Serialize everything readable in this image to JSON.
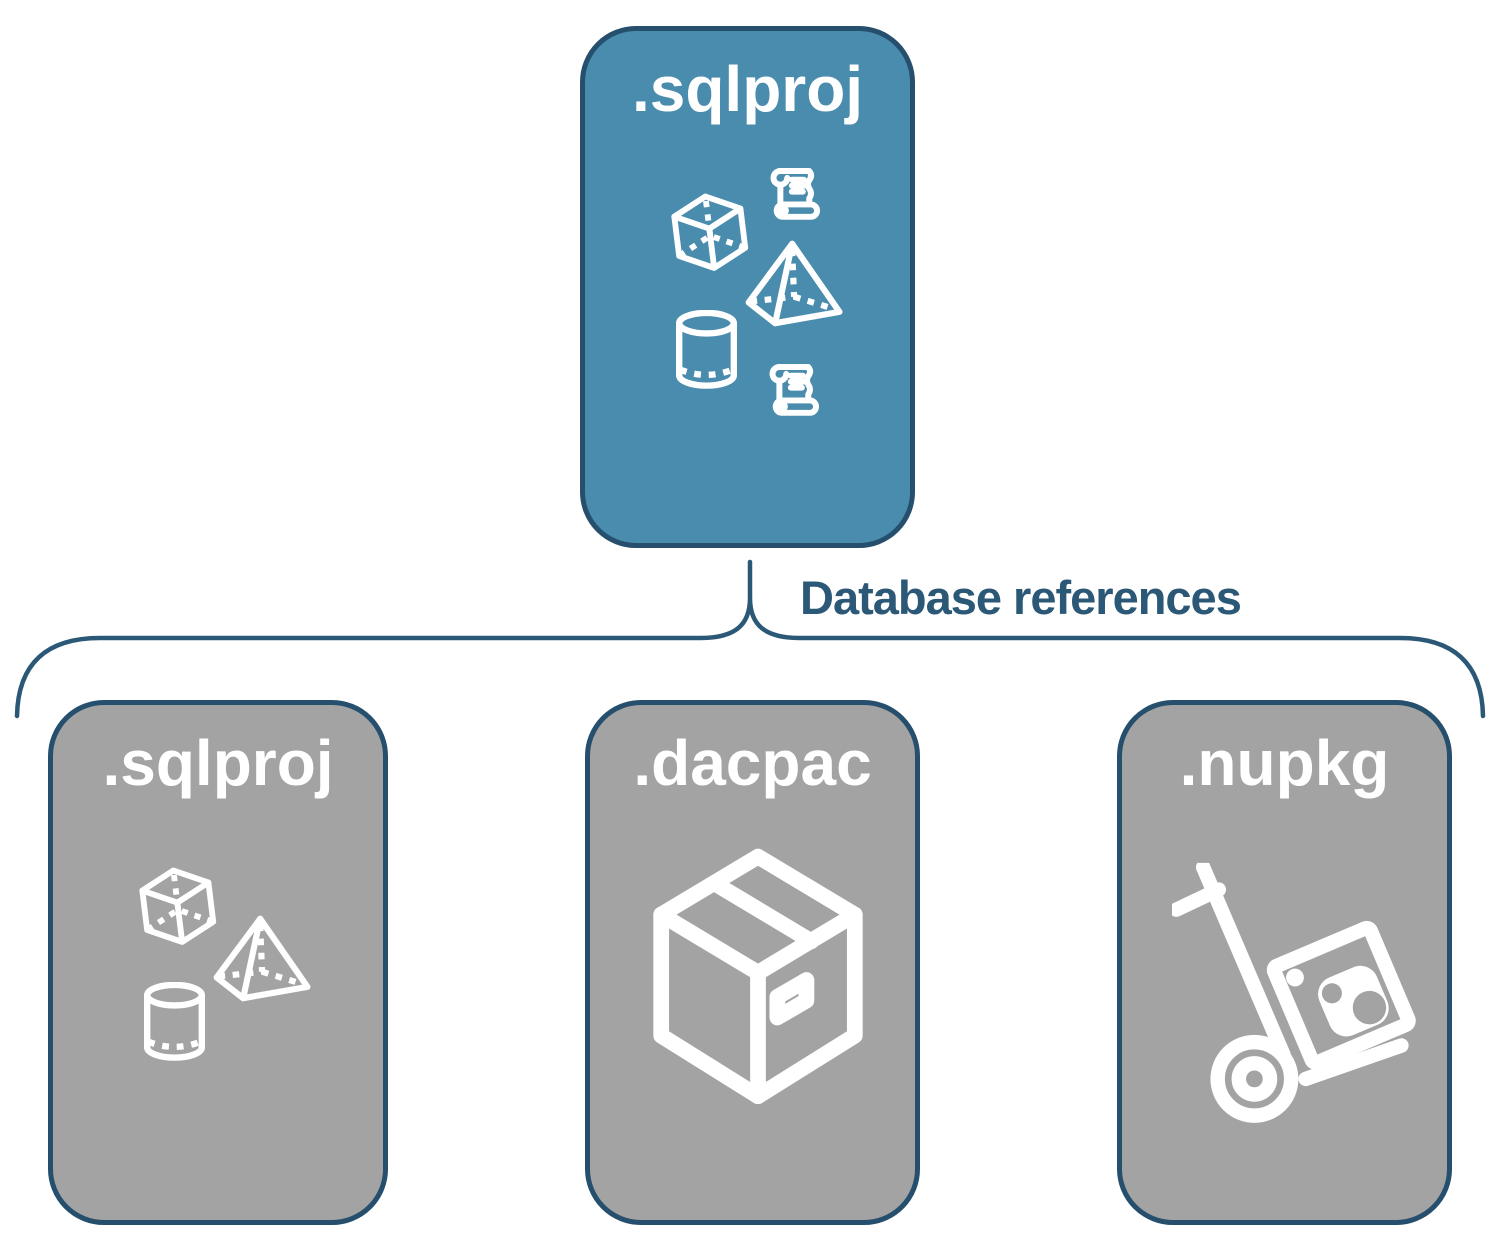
{
  "colors": {
    "teal": "#4a8cad",
    "gray": "#a4a3a3",
    "border": "#254f6d",
    "line": "#2b5876",
    "icon": "#ffffff"
  },
  "top_node": {
    "label": ".sqlproj",
    "icons": [
      "cube-icon",
      "scroll-icon",
      "pyramid-icon",
      "cylinder-icon",
      "scroll-icon"
    ]
  },
  "connector": {
    "label": "Database references"
  },
  "bottom_nodes": [
    {
      "label": ".sqlproj",
      "icons": [
        "cube-icon",
        "pyramid-icon",
        "cylinder-icon"
      ]
    },
    {
      "label": ".dacpac",
      "icons": [
        "package-box-icon"
      ]
    },
    {
      "label": ".nupkg",
      "icons": [
        "hand-truck-icon"
      ]
    }
  ]
}
